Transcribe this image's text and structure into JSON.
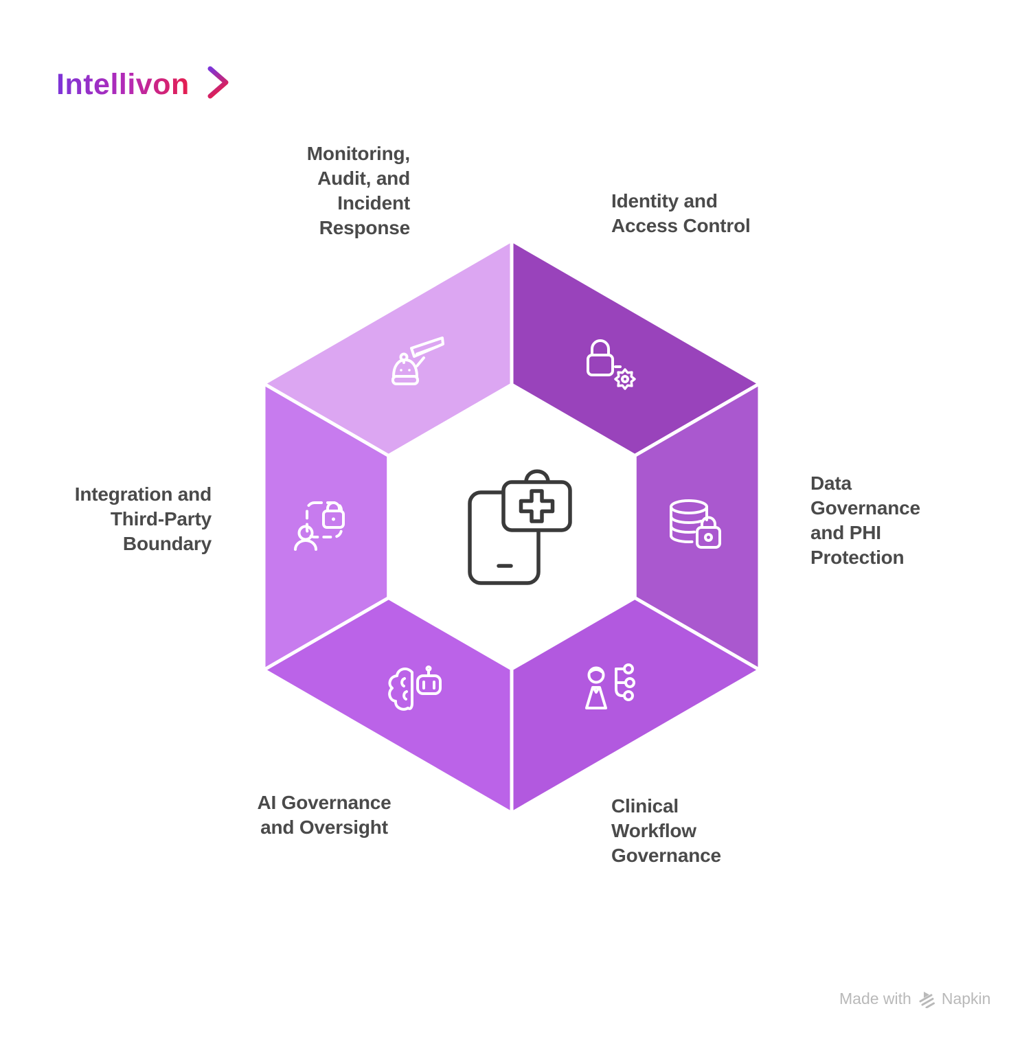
{
  "brand": {
    "name": "Intellivon",
    "gradient": [
      "#7d35d8",
      "#b62ab4",
      "#e51e4d"
    ]
  },
  "colors": {
    "background": "#ffffff",
    "label_text": "#4a4a4a",
    "icon_stroke": "#ffffff",
    "center_icon_stroke": "#3a3a3a",
    "separator": "#ffffff",
    "watermark": "#b9b9b9"
  },
  "diagram": {
    "center": {
      "icon": "medical-tablet-icon"
    },
    "segments": [
      {
        "id": "identity-access-control",
        "label": "Identity and Access Control",
        "lines": [
          "Identity and",
          "Access Control"
        ],
        "color": "#9943bb",
        "icon": "lock-gear-icon"
      },
      {
        "id": "data-governance-phi",
        "label": "Data Governance and PHI Protection",
        "lines": [
          "Data",
          "Governance",
          "and PHI",
          "Protection"
        ],
        "color": "#aa58cf",
        "icon": "database-lock-icon"
      },
      {
        "id": "clinical-workflow-governance",
        "label": "Clinical Workflow Governance",
        "lines": [
          "Clinical",
          "Workflow",
          "Governance"
        ],
        "color": "#b259df",
        "icon": "clinician-workflow-icon"
      },
      {
        "id": "ai-governance-oversight",
        "label": "AI Governance and Oversight",
        "lines": [
          "AI Governance",
          "and Oversight"
        ],
        "color": "#bb63e8",
        "icon": "brain-robot-icon"
      },
      {
        "id": "integration-third-party-boundary",
        "label": "Integration and Third-Party Boundary",
        "lines": [
          "Integration and",
          "Third-Party",
          "Boundary"
        ],
        "color": "#c77bee",
        "icon": "user-lock-frame-icon"
      },
      {
        "id": "monitoring-audit-incident",
        "label": "Monitoring, Audit, and Incident Response",
        "lines": [
          "Monitoring,",
          "Audit, and",
          "Incident",
          "Response"
        ],
        "color": "#dca6f2",
        "icon": "cctv-robot-icon"
      }
    ]
  },
  "watermark": {
    "prefix": "Made with",
    "brand": "Napkin"
  }
}
